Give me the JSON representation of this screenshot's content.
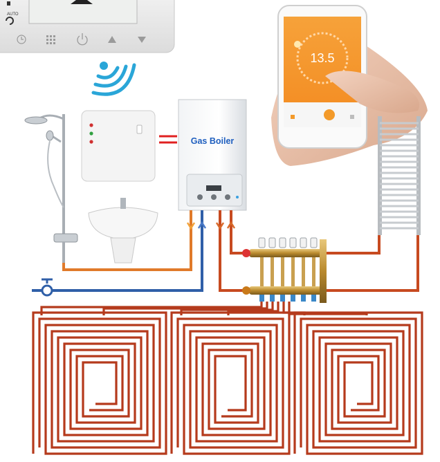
{
  "thermostat": {
    "auto_label": "AUTO",
    "buttons": [
      "clock-icon",
      "grid-icon",
      "power-icon",
      "up-arrow-icon",
      "down-arrow-icon"
    ]
  },
  "boiler": {
    "label": "Gas Boiler"
  },
  "phone_app": {
    "temperature": "13.5"
  },
  "colors": {
    "hot_pipe": "#e07a2a",
    "cold_pipe": "#2f5fa8",
    "floor_pipe": "#b53a1c",
    "wifi": "#2aa6d8",
    "boiler_text": "#1f5fbf",
    "app_orange": "#f39a2a"
  }
}
